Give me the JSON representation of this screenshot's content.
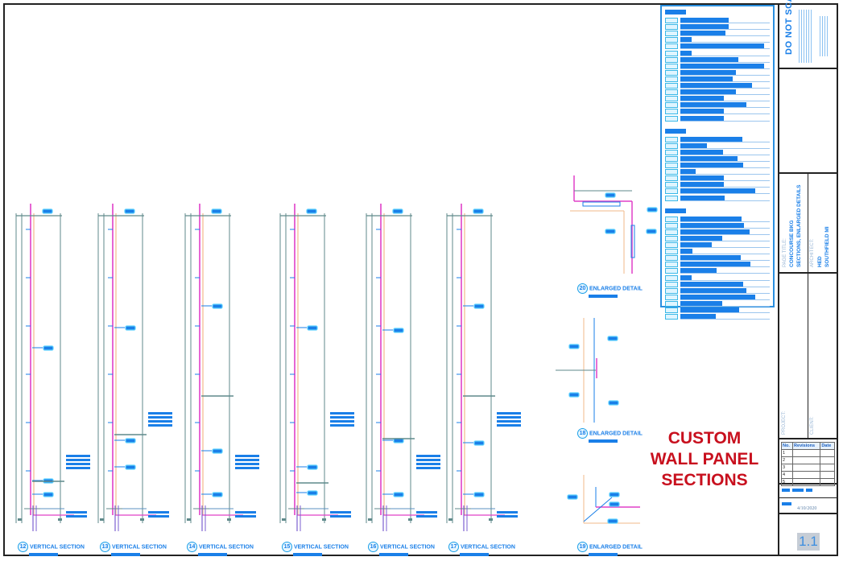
{
  "sheet": {
    "callout_lines": [
      "CUSTOM",
      "WALL PANEL",
      "SECTIONS"
    ],
    "sheet_number": "1.1",
    "date": "4/10/2020",
    "do_not_scale": "DO NOT SCALE",
    "page_title_label": "PAGE TITLE:",
    "page_title_lines": [
      "CONCOURSE BKG",
      "SECTIONS, ENLARGED DETAILS"
    ],
    "architect_label": "ARCHITECT:",
    "architect_lines": [
      "HED",
      "SOUTHFIELD MI"
    ],
    "project_label": "PROJECT:",
    "client_label": "CLIENT:"
  },
  "revisions": {
    "headers": [
      "No.",
      "Revisions",
      "Date"
    ],
    "rows": [
      {
        "no": "1",
        "rev": "",
        "date": ""
      },
      {
        "no": "2",
        "rev": "",
        "date": ""
      },
      {
        "no": "3",
        "rev": "",
        "date": ""
      },
      {
        "no": "4",
        "rev": "",
        "date": ""
      },
      {
        "no": "5",
        "rev": "",
        "date": ""
      }
    ]
  },
  "legend": {
    "groups": [
      {
        "rows": [
          0.56,
          0.56,
          0.52,
          0.13,
          0.96,
          0.13,
          0.67,
          0.96,
          0.64,
          0.6,
          0.82,
          0.64,
          0.5,
          0.76,
          0.5,
          0.5
        ]
      },
      {
        "rows": [
          0.71,
          0.31,
          0.49,
          0.66,
          0.72,
          0.18,
          0.5,
          0.5,
          0.86,
          0.51
        ]
      },
      {
        "rows": [
          0.7,
          0.73,
          0.8,
          0.48,
          0.36,
          0.14,
          0.69,
          0.81,
          0.42,
          0.13,
          0.72,
          0.76,
          0.86,
          0.48,
          0.68,
          0.41
        ]
      }
    ]
  },
  "sections": [
    {
      "number": "12",
      "title": "VERTICAL SECTION"
    },
    {
      "number": "13",
      "title": "VERTICAL SECTION"
    },
    {
      "number": "14",
      "title": "VERTICAL SECTION"
    },
    {
      "number": "15",
      "title": "VERTICAL SECTION"
    },
    {
      "number": "16",
      "title": "VERTICAL SECTION"
    },
    {
      "number": "17",
      "title": "VERTICAL SECTION"
    }
  ],
  "details": [
    {
      "number": "20",
      "title": "ENLARGED DETAIL"
    },
    {
      "number": "18",
      "title": "ENLARGED DETAIL"
    },
    {
      "number": "19",
      "title": "ENLARGED DETAIL"
    }
  ],
  "colors": {
    "line_blue": "#1a7fe8",
    "wall_magenta": "#e040c8",
    "stud_orange": "#f2b98a",
    "dim_gray": "#5f8a8b",
    "callout_red": "#c8101e"
  }
}
